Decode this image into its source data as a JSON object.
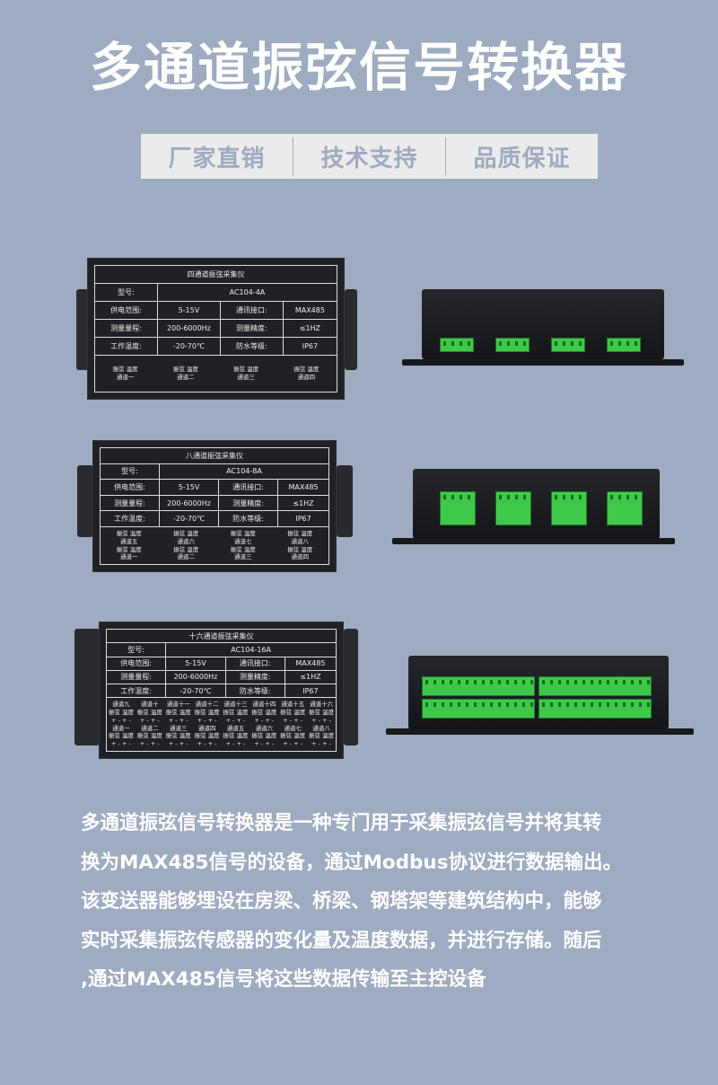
{
  "title": "多通道振弦信号转换器",
  "banner": [
    "厂家直销",
    "技术支持",
    "品质保证"
  ],
  "colors": {
    "background": "#9eabc0",
    "banner": "#ebebeb",
    "connector": "#3fc94a"
  },
  "devices": [
    {
      "name": "四通道振弦采集仪",
      "rows": [
        [
          "型号:",
          "AC104-4A"
        ],
        [
          "供电范围:",
          "5-15V",
          "通讯接口:",
          "MAX485"
        ],
        [
          "测量量程:",
          "200-6000Hz",
          "测量精度:",
          "≤1HZ"
        ],
        [
          "工作温度:",
          "-20-70℃",
          "防水等级:",
          "IP67"
        ]
      ],
      "channels": [
        {
          "sig": "振弦  温度",
          "ch": "通道一"
        },
        {
          "sig": "振弦  温度",
          "ch": "通道二"
        },
        {
          "sig": "振弦  温度",
          "ch": "通道三"
        },
        {
          "sig": "振弦  温度",
          "ch": "通道四"
        }
      ]
    },
    {
      "name": "八通道振弦采集仪",
      "rows": [
        [
          "型号:",
          "AC104-8A"
        ],
        [
          "供电范围:",
          "5-15V",
          "通讯接口:",
          "MAX485"
        ],
        [
          "测量量程:",
          "200-6000Hz",
          "测量精度:",
          "≤1HZ"
        ],
        [
          "工作温度:",
          "-20-70℃",
          "防水等级:",
          "IP67"
        ]
      ],
      "channels": [
        {
          "sig": "振弦  温度",
          "ch": "通道五"
        },
        {
          "sig": "振弦  温度",
          "ch": "通道六"
        },
        {
          "sig": "振弦  温度",
          "ch": "通道七"
        },
        {
          "sig": "振弦  温度",
          "ch": "通道八"
        },
        {
          "sig": "振弦  温度",
          "ch": "通道一"
        },
        {
          "sig": "振弦  温度",
          "ch": "通道二"
        },
        {
          "sig": "振弦  温度",
          "ch": "通道三"
        },
        {
          "sig": "振弦  温度",
          "ch": "通道四"
        }
      ]
    },
    {
      "name": "十六通道振弦采集仪",
      "rows": [
        [
          "型号:",
          "AC104-16A"
        ],
        [
          "供电范围:",
          "5-15V",
          "通讯接口:",
          "MAX485"
        ],
        [
          "测量量程:",
          "200-6000Hz",
          "测量精度:",
          "≤1HZ"
        ],
        [
          "工作温度:",
          "-20-70℃",
          "防水等级:",
          "IP67"
        ]
      ],
      "channels": [
        {
          "ch": "通道九",
          "sig": "振弦 温度",
          "pol": "+ - + -"
        },
        {
          "ch": "通道十",
          "sig": "振弦 温度",
          "pol": "+ - + -"
        },
        {
          "ch": "通道十一",
          "sig": "振弦 温度",
          "pol": "+ - + -"
        },
        {
          "ch": "通道十二",
          "sig": "振弦 温度",
          "pol": "+ - + -"
        },
        {
          "ch": "通道十三",
          "sig": "振弦 温度",
          "pol": "+ - + -"
        },
        {
          "ch": "通道十四",
          "sig": "振弦 温度",
          "pol": "+ - + -"
        },
        {
          "ch": "通道十五",
          "sig": "振弦 温度",
          "pol": "+ - + -"
        },
        {
          "ch": "通道十六",
          "sig": "振弦 温度",
          "pol": "+ - + -"
        },
        {
          "ch": "通道一",
          "sig": "振弦 温度",
          "pol": "+ - + -"
        },
        {
          "ch": "通道二",
          "sig": "振弦 温度",
          "pol": "+ - + -"
        },
        {
          "ch": "通道三",
          "sig": "振弦 温度",
          "pol": "+ - + -"
        },
        {
          "ch": "通道四",
          "sig": "振弦 温度",
          "pol": "+ - + -"
        },
        {
          "ch": "通道五",
          "sig": "振弦 温度",
          "pol": "+ - + -"
        },
        {
          "ch": "通道六",
          "sig": "振弦 温度",
          "pol": "+ - + -"
        },
        {
          "ch": "通道七",
          "sig": "振弦 温度",
          "pol": "+ - + -"
        },
        {
          "ch": "通道八",
          "sig": "振弦 温度",
          "pol": "+ - + -"
        }
      ]
    }
  ],
  "description": [
    "多通道振弦信号转换器是一种专门用于采集振弦信号并将其转",
    "换为MAX485信号的设备，通过Modbus协议进行数据输出。",
    "该变送器能够埋设在房梁、桥梁、钢塔架等建筑结构中，能够",
    "实时采集振弦传感器的变化量及温度数据，并进行存储。随后",
    ",通过MAX485信号将这些数据传输至主控设备"
  ]
}
